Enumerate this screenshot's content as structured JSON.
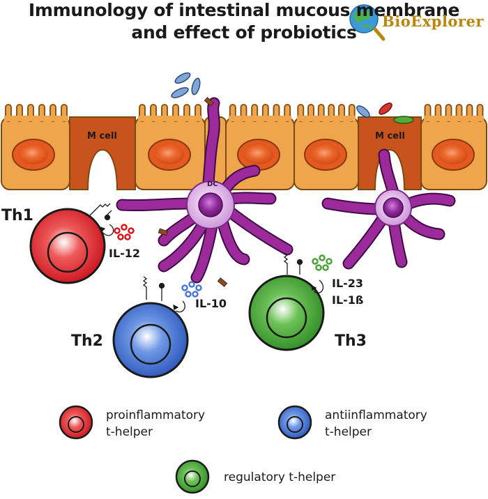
{
  "title": {
    "line1": "Immunology of intestinal mucous membrane",
    "line2": "and effect of probiotics"
  },
  "watermark": {
    "text": "BioExplorer",
    "icon": "globe-magnifier-icon"
  },
  "labels": {
    "m_cell_left": "M cell",
    "m_cell_right": "M cell",
    "dc": "DC",
    "th1": "Th1",
    "th2": "Th2",
    "th3": "Th3",
    "il12": "IL-12",
    "il10": "IL-10",
    "il23": "IL-23",
    "il1b": "IL-1ß"
  },
  "legend": {
    "proinflammatory": {
      "line1": "proinflammatory",
      "line2": "t-helper",
      "color": "#d7161b"
    },
    "antiinflammatory": {
      "line1": "antiinflammatory",
      "line2": "t-helper",
      "color": "#2f62c6"
    },
    "regulatory": {
      "line1": "regulatory t-helper",
      "color": "#38952d"
    }
  },
  "colors": {
    "epithelium": "#efa54b",
    "epithelium_outline": "#7a4a10",
    "nucleus": "#e4591f",
    "m_cell": "#c9531c",
    "dendritic_cell": "#9c2a9b",
    "dc_nucleus": "#6f1a78",
    "bacteria_blue": "#7fa6d6",
    "bacteria_red": "#d8332d",
    "bacteria_green": "#55aa3a"
  }
}
